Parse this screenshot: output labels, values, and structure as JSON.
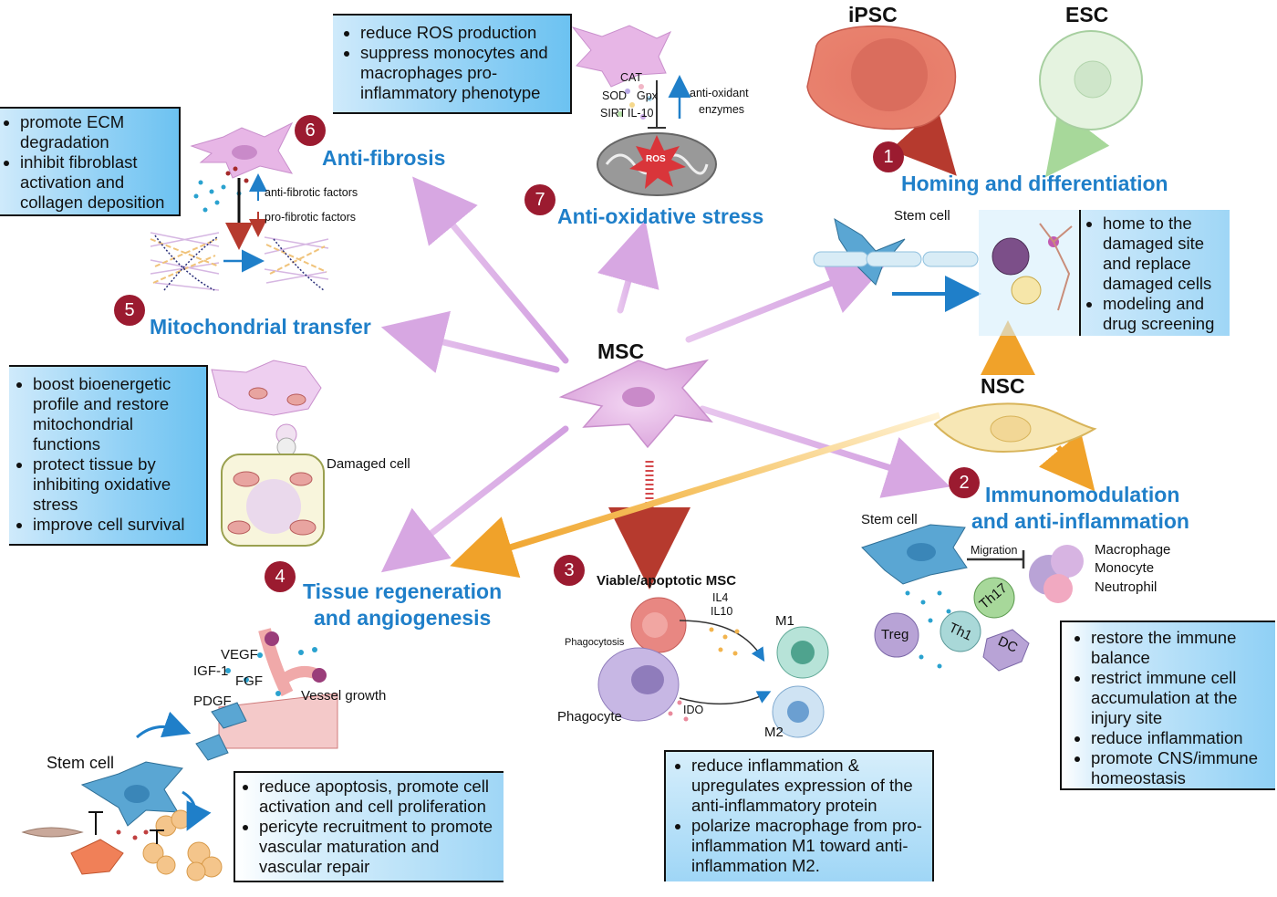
{
  "center": {
    "label": "MSC"
  },
  "sources": {
    "ipsc": "iPSC",
    "esc": "ESC",
    "nsc": "NSC"
  },
  "sections": [
    {
      "number": "1",
      "title": "Homing and differentiation"
    },
    {
      "number": "2",
      "title_line1": "Immunomodulation",
      "title_line2": "and anti-inflammation"
    },
    {
      "number": "3",
      "title": "Viable/apoptotic MSC"
    },
    {
      "number": "4",
      "title_line1": "Tissue regeneration",
      "title_line2": "and angiogenesis"
    },
    {
      "number": "5",
      "title": "Mitochondrial transfer"
    },
    {
      "number": "6",
      "title": "Anti-fibrosis"
    },
    {
      "number": "7",
      "title": "Anti-oxidative stress"
    }
  ],
  "boxes": {
    "homing": [
      "home to the damaged site and replace damaged cells",
      "modeling and drug screening"
    ],
    "immuno": [
      "restore the immune balance",
      "restrict immune cell accumulation at the injury site",
      "reduce inflammation",
      "promote CNS/immune homeostasis"
    ],
    "viable": [
      "reduce inflammation & upregulates expression of the anti-inflammatory protein",
      "polarize macrophage from pro-inflammation M1 toward anti-inflammation M2."
    ],
    "tissue": [
      "reduce apoptosis, promote cell activation and cell proliferation",
      "pericyte recruitment to promote vascular maturation and vascular repair"
    ],
    "mito": [
      "boost bioenergetic profile and restore mitochondrial functions",
      "protect tissue by inhibiting oxidative stress",
      "improve cell survival"
    ],
    "fibrosis": [
      "promote ECM degradation",
      "inhibit fibroblast activation and collagen deposition"
    ],
    "oxidative": [
      "reduce ROS production",
      "suppress monocytes and macrophages pro-inflammatory phenotype"
    ]
  },
  "labels": {
    "stem_cell": "Stem cell",
    "damaged_cell": "Damaged cell",
    "migration": "Migration",
    "macrophage": "Macrophage",
    "monocyte": "Monocyte",
    "neutrophil": "Neutrophil",
    "treg": "Treg",
    "th1": "Th1",
    "th17": "Th17",
    "dc": "DC",
    "phagocytosis": "Phagocytosis",
    "phagocyte": "Phagocyte",
    "il4": "IL4",
    "il10": "IL10",
    "ido": "IDO",
    "m1": "M1",
    "m2": "M2",
    "vegf": "VEGF",
    "igf1": "IGF-1",
    "fgf": "FGF",
    "pdgf": "PDGF",
    "vessel_growth": "Vessel growth",
    "anti_fibrotic": "anti-fibrotic factors",
    "pro_fibrotic": "pro-fibrotic factors",
    "cat": "CAT",
    "sod": "SOD",
    "gpx": "Gpx",
    "sirt": "SIRT",
    "il10_b": "IL-10",
    "antioxidant_1": "anti-oxidant",
    "antioxidant_2": "enzymes",
    "ros": "ROS"
  },
  "colors": {
    "title_blue": "#1f7fc9",
    "number_badge": "#9b1b30",
    "msc_cell": "#e7b6e6",
    "ipsc_cell": "#e8776a",
    "esc_cell": "#e2f2dd",
    "nsc_cell": "#f6e6b4",
    "stem_cell": "#5aa6d3",
    "orange_arrow": "#f0a92e",
    "lilac_arrow": "#dcb1e4"
  }
}
